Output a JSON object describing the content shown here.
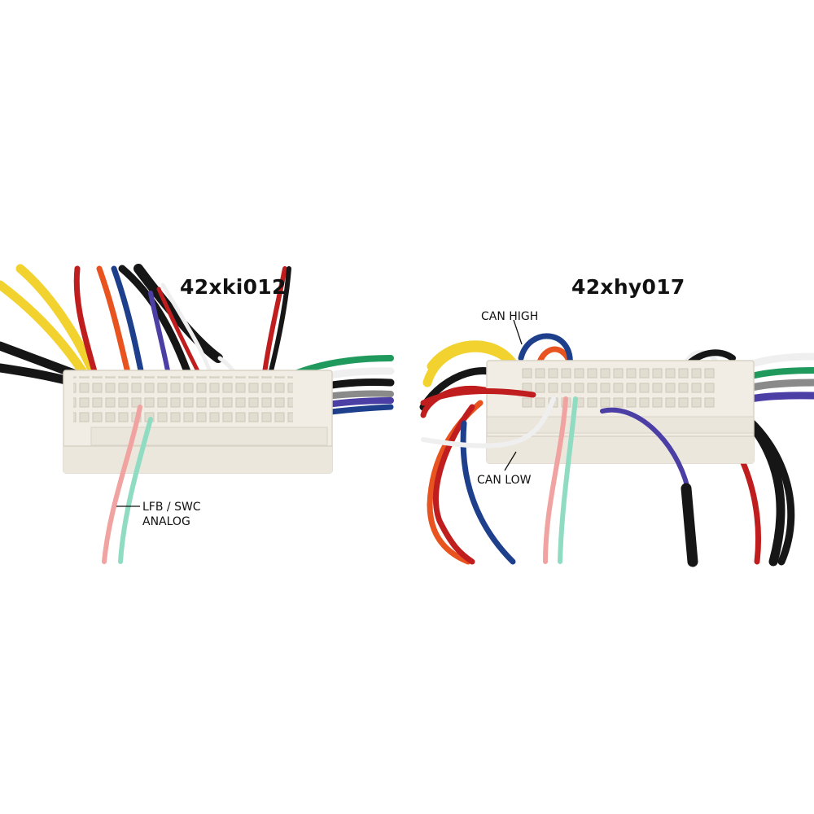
{
  "panels": [
    {
      "title": "42xki012",
      "callouts": [
        {
          "lines": [
            "LFB / SWC",
            "ANALOG"
          ]
        }
      ]
    },
    {
      "title": "42xhy017",
      "callouts": [
        {
          "lines": [
            "CAN HIGH"
          ]
        },
        {
          "lines": [
            "CAN LOW"
          ]
        }
      ]
    }
  ],
  "colors": {
    "background": "#ffffff",
    "connector_body": "#f1ede4",
    "connector_shadow": "#d9d3c6",
    "wire_yellow": "#f2d22e",
    "wire_red": "#c01e1e",
    "wire_orange": "#e8531f",
    "wire_blue": "#1d3f8c",
    "wire_purple": "#4b3ea5",
    "wire_black": "#161616",
    "wire_white": "#efefef",
    "wire_green": "#1f9a5c",
    "wire_gray": "#8a8a8a",
    "wire_pink": "#f0a3a0",
    "wire_mint": "#8fdcc2"
  }
}
